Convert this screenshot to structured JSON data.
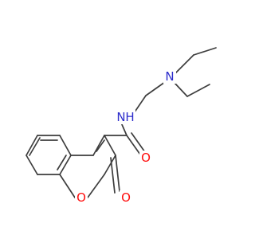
{
  "molecule": {
    "atom_labels": {
      "n_amine": "N",
      "n_amide": "N",
      "h_amide": "H",
      "o_amide": "O",
      "o_ring": "O",
      "o_lactone": "O"
    },
    "colors": {
      "bond": "#3d3d3d",
      "nitrogen": "#2d2dcc",
      "oxygen": "#ff0d0d",
      "background": "#ffffff"
    }
  }
}
